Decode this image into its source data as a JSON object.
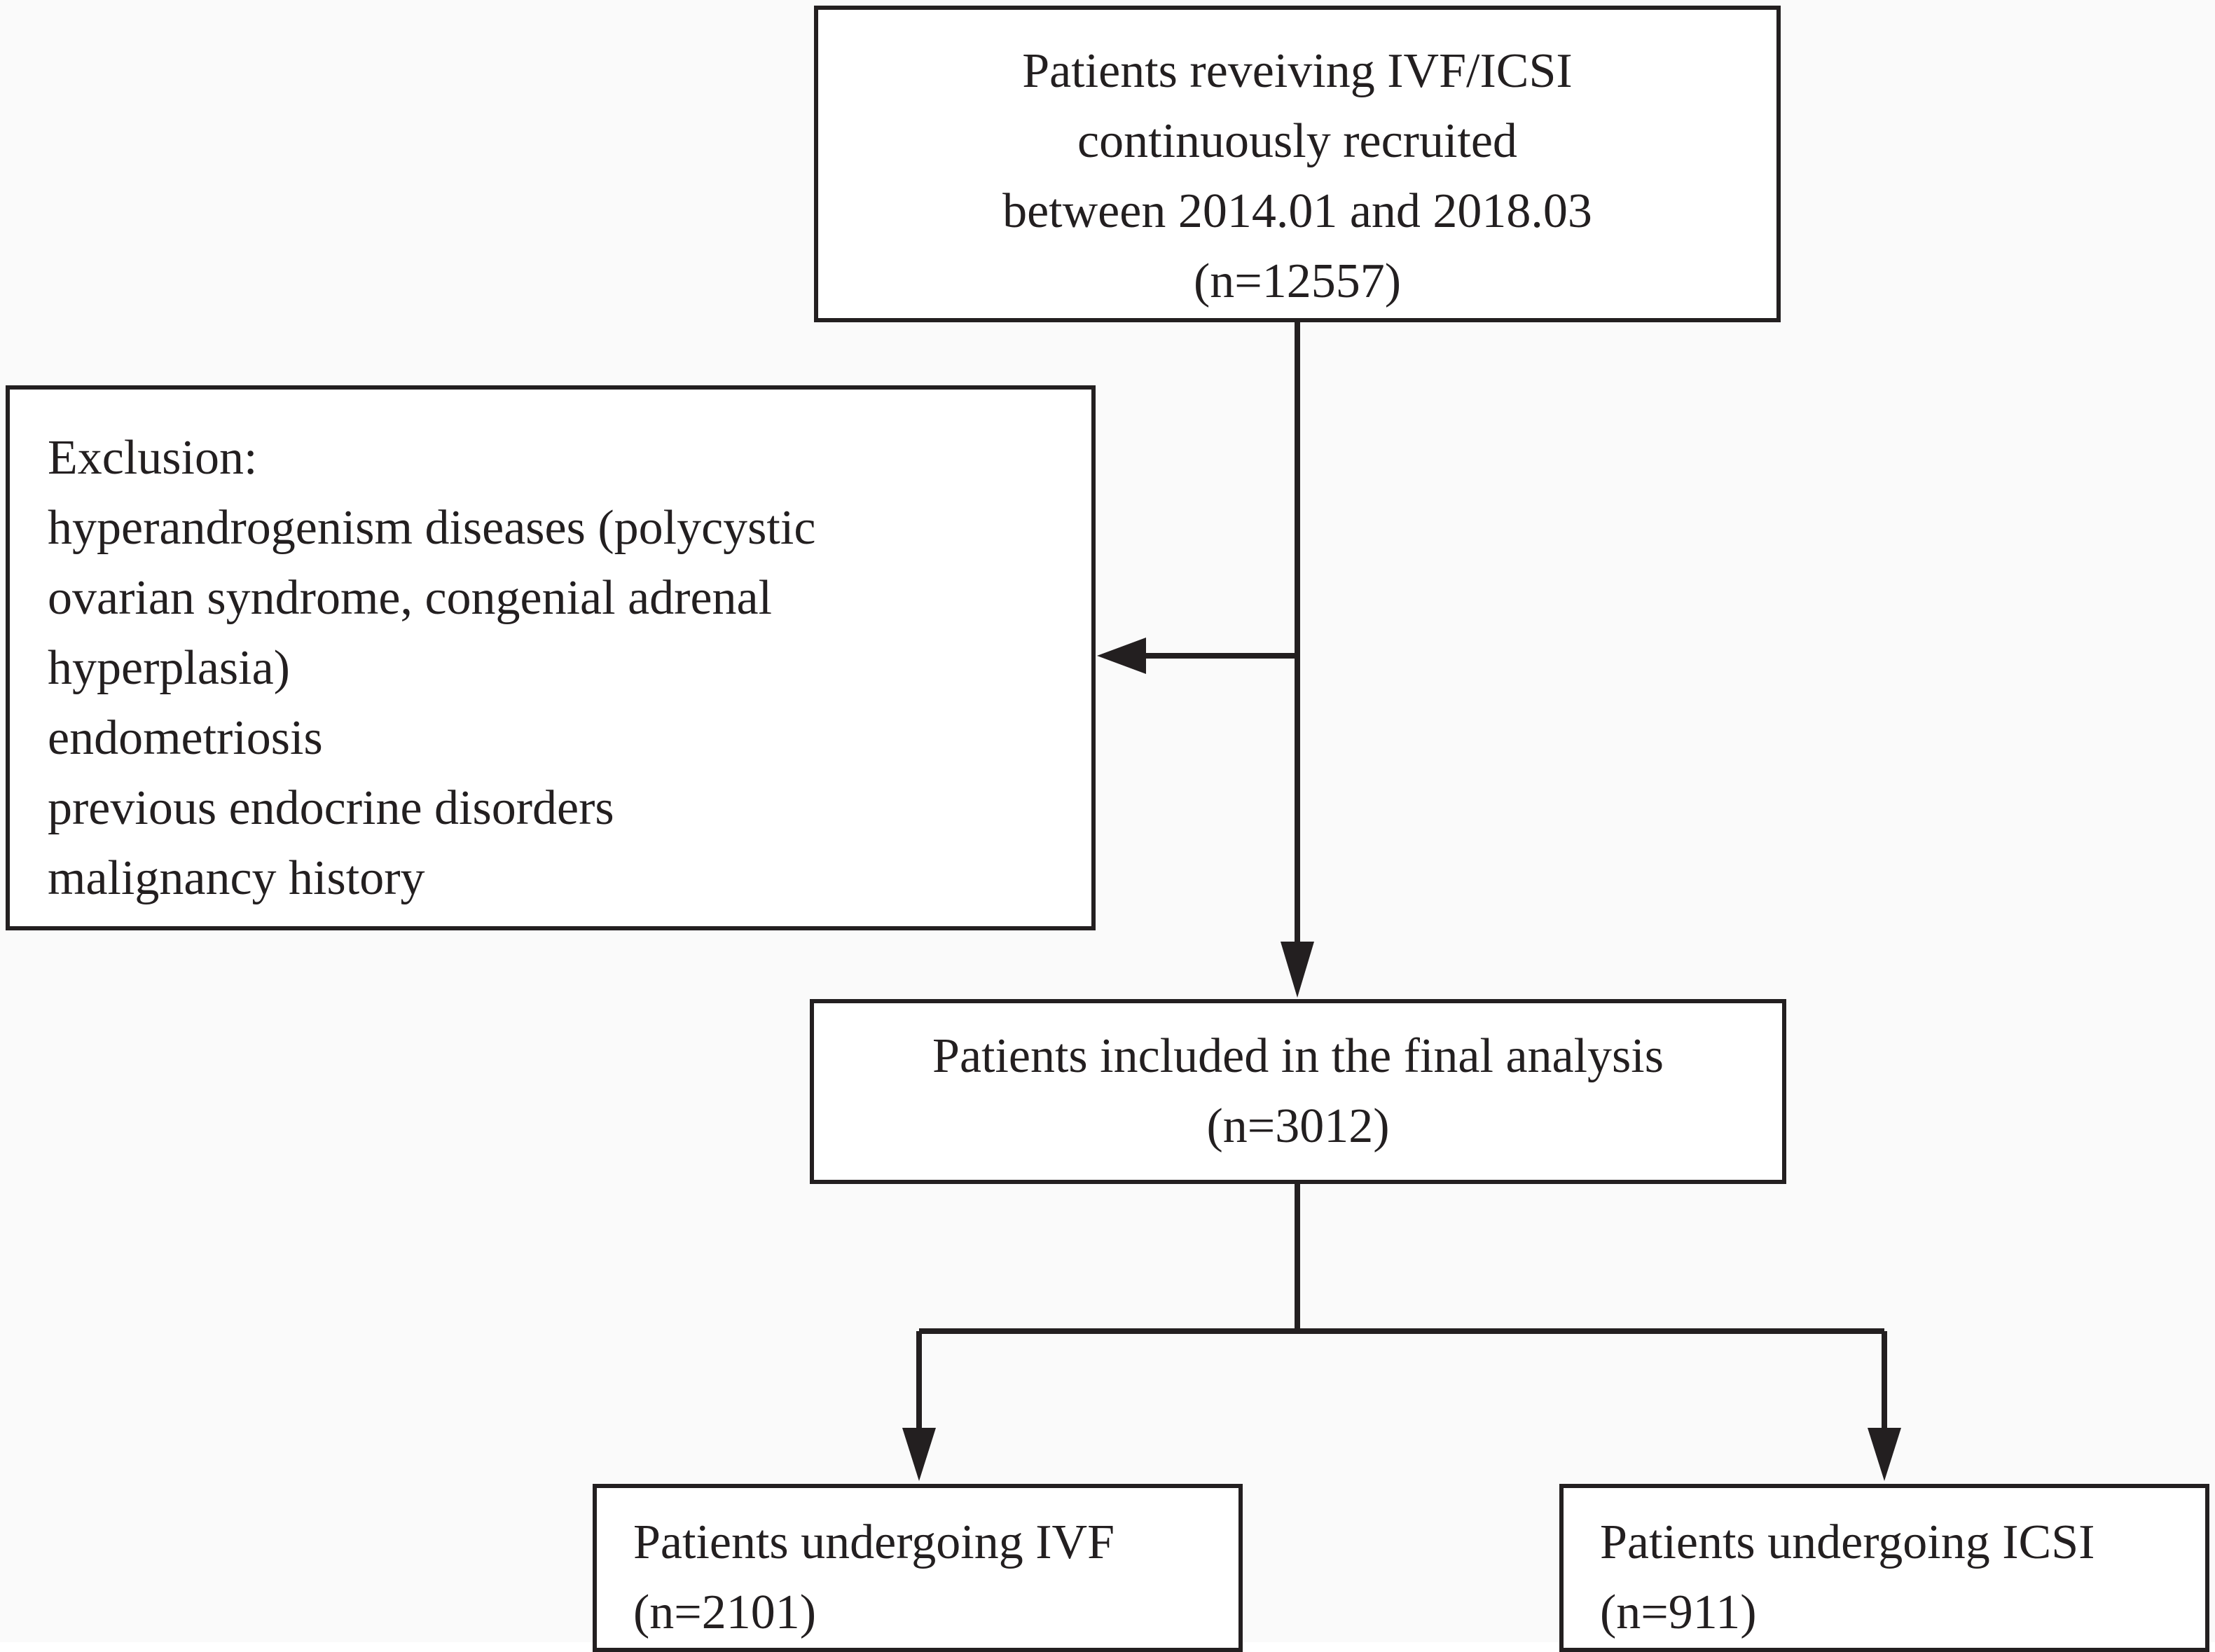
{
  "flowchart": {
    "recruited": {
      "lines": [
        "Patients reveiving IVF/ICSI",
        "continuously recruited",
        "between 2014.01 and 2018.03",
        "(n=12557)"
      ]
    },
    "exclusion": {
      "lines": [
        "Exclusion:",
        "hyperandrogenism diseases (polycystic",
        "ovarian syndrome, congenial adrenal",
        "hyperplasia)",
        "endometriosis",
        "previous endocrine disorders",
        "malignancy history"
      ]
    },
    "included": {
      "lines": [
        "Patients included in the final analysis",
        "(n=3012)"
      ]
    },
    "ivf": {
      "lines": [
        "Patients undergoing IVF",
        "(n=2101)"
      ]
    },
    "icsi": {
      "lines": [
        "Patients undergoing ICSI",
        "(n=911)"
      ]
    }
  },
  "colors": {
    "stroke": "#231f20",
    "box_fill": "#ffffff",
    "background": "#fafafa"
  }
}
